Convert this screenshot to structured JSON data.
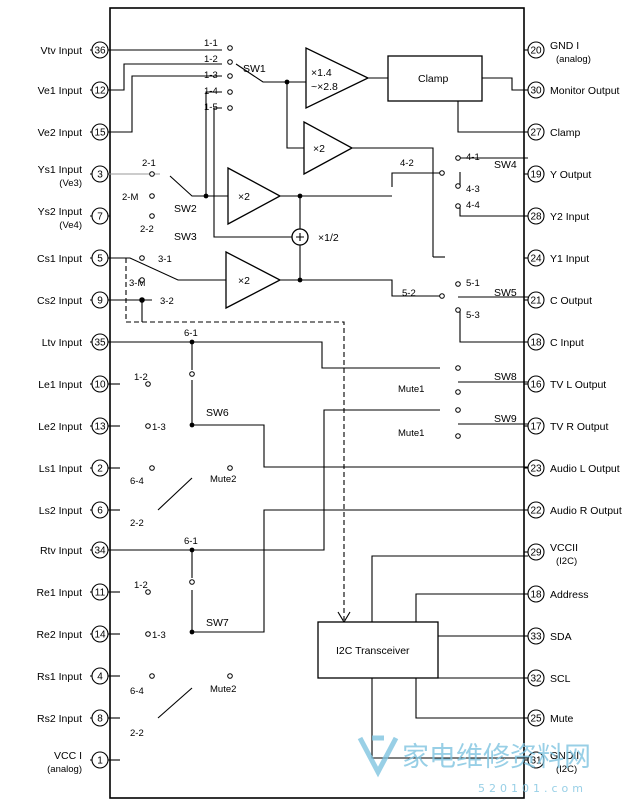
{
  "left_pins": [
    {
      "num": "36",
      "label": "Vtv Input",
      "sub": ""
    },
    {
      "num": "12",
      "label": "Ve1 Input",
      "sub": ""
    },
    {
      "num": "15",
      "label": "Ve2 Input",
      "sub": ""
    },
    {
      "num": "3",
      "label": "Ys1 Input",
      "sub": "(Ve3)"
    },
    {
      "num": "7",
      "label": "Ys2 Input",
      "sub": "(Ve4)"
    },
    {
      "num": "5",
      "label": "Cs1 Input",
      "sub": ""
    },
    {
      "num": "9",
      "label": "Cs2 Input",
      "sub": ""
    },
    {
      "num": "35",
      "label": "Ltv Input",
      "sub": ""
    },
    {
      "num": "10",
      "label": "Le1 Input",
      "sub": ""
    },
    {
      "num": "13",
      "label": "Le2 Input",
      "sub": ""
    },
    {
      "num": "2",
      "label": "Ls1 Input",
      "sub": ""
    },
    {
      "num": "6",
      "label": "Ls2 Input",
      "sub": ""
    },
    {
      "num": "34",
      "label": "Rtv Input",
      "sub": ""
    },
    {
      "num": "11",
      "label": "Re1 Input",
      "sub": ""
    },
    {
      "num": "14",
      "label": "Re2 Input",
      "sub": ""
    },
    {
      "num": "4",
      "label": "Rs1 Input",
      "sub": ""
    },
    {
      "num": "8",
      "label": "Rs2 Input",
      "sub": ""
    },
    {
      "num": "1",
      "label": "VCC I",
      "sub": "(analog)"
    }
  ],
  "right_pins": [
    {
      "num": "20",
      "label": "GND I",
      "sub": "(analog)"
    },
    {
      "num": "30",
      "label": "Monitor Output",
      "sub": ""
    },
    {
      "num": "27",
      "label": "Clamp",
      "sub": ""
    },
    {
      "num": "19",
      "label": "Y Output",
      "sub": ""
    },
    {
      "num": "28",
      "label": "Y2 Input",
      "sub": ""
    },
    {
      "num": "24",
      "label": "Y1 Input",
      "sub": ""
    },
    {
      "num": "21",
      "label": "C Output",
      "sub": ""
    },
    {
      "num": "18",
      "label": "C Input",
      "sub": ""
    },
    {
      "num": "16",
      "label": "TV L Output",
      "sub": ""
    },
    {
      "num": "17",
      "label": "TV R Output",
      "sub": ""
    },
    {
      "num": "23",
      "label": "Audio L Output",
      "sub": ""
    },
    {
      "num": "22",
      "label": "Audio R Output",
      "sub": ""
    },
    {
      "num": "29",
      "label": "VCCII",
      "sub": "(I2C)"
    },
    {
      "num": "18",
      "label": "Address",
      "sub": ""
    },
    {
      "num": "33",
      "label": "SDA",
      "sub": ""
    },
    {
      "num": "32",
      "label": "SCL",
      "sub": ""
    },
    {
      "num": "25",
      "label": "Mute",
      "sub": ""
    },
    {
      "num": "31",
      "label": "GNDII",
      "sub": "(I2C)"
    }
  ],
  "blocks": {
    "clamp": "Clamp",
    "amp1": "×1.4",
    "amp1b": "~×2.8",
    "amp2": "×2",
    "amp3": "×2",
    "amp4": "×2",
    "adder": "×1/2",
    "i2c": "I2C Transceiver"
  },
  "switches": {
    "sw1": "SW1",
    "sw2": "SW2",
    "sw3": "SW3",
    "sw4": "SW4",
    "sw5": "SW5",
    "sw6": "SW6",
    "sw7": "SW7",
    "sw8": "SW8",
    "sw9": "SW9"
  },
  "contacts": {
    "c11": "1-1",
    "c12": "1-2",
    "c13": "1-3",
    "c14": "1-4",
    "c15": "1-5",
    "c21": "2-1",
    "c2m": "2-M",
    "c22": "2-2",
    "c31": "3-1",
    "c3m": "3-M",
    "c32": "3-2",
    "c41": "4-1",
    "c42": "4-2",
    "c43": "4-3",
    "c44": "4-4",
    "c51": "5-1",
    "c52": "5-2",
    "c53": "5-3",
    "c61": "6-1",
    "c612": "1-2",
    "c613": "1-3",
    "c64": "6-4",
    "c622": "2-2",
    "mute2a": "Mute2",
    "c71": "6-1",
    "c712": "1-2",
    "c713": "1-3",
    "c74": "6-4",
    "c722": "2-2",
    "mute2b": "Mute2",
    "mute1a": "Mute1",
    "mute1b": "Mute1"
  },
  "watermark": {
    "text": "家电维修资料网",
    "url": "520101.com"
  }
}
